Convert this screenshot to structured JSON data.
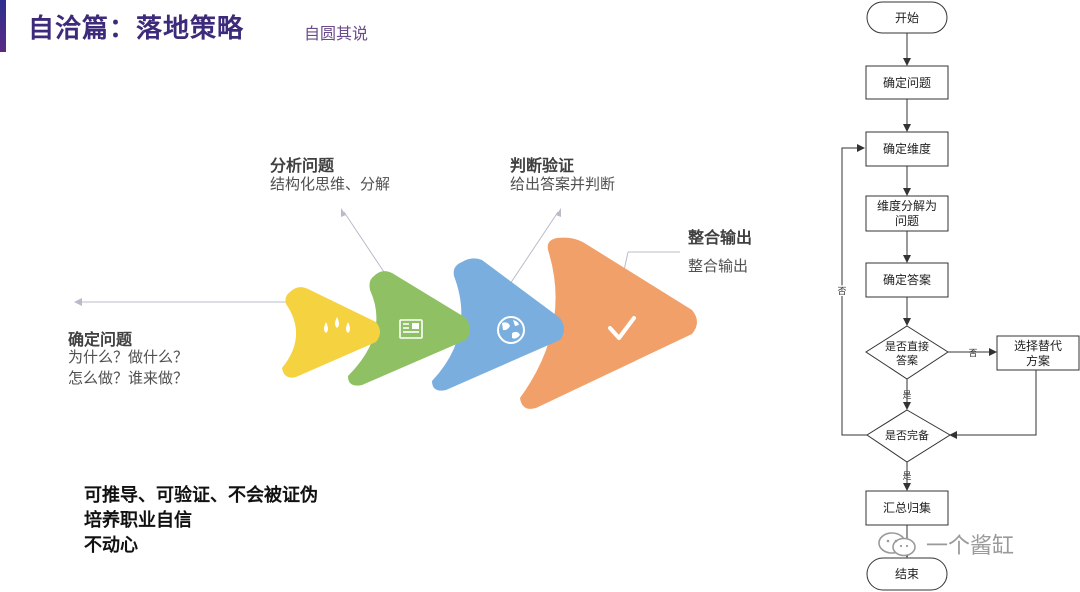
{
  "header": {
    "title": "自洽篇：落地策略",
    "subtitle": "自圆其说"
  },
  "steps": [
    {
      "title": "确定问题",
      "desc_lines": [
        "为什么？做什么？",
        "怎么做？谁来做？"
      ],
      "color": "#f5d23f",
      "icon": "water-drops-icon"
    },
    {
      "title": "分析问题",
      "desc_lines": [
        "结构化思维、分解"
      ],
      "color": "#8fc063",
      "icon": "document-icon"
    },
    {
      "title": "判断验证",
      "desc_lines": [
        "给出答案并判断"
      ],
      "color": "#7aaede",
      "icon": "globe-icon"
    },
    {
      "title": "整合输出",
      "desc_lines": [
        "整合输出"
      ],
      "color": "#f2a06a",
      "icon": "checkmark-icon"
    }
  ],
  "bottom_note": {
    "lines": [
      "可推导、可验证、不会被证伪",
      "培养职业自信",
      "不动心"
    ]
  },
  "flowchart": {
    "start": "开始",
    "define_problem": "确定问题",
    "define_dimension": "确定维度",
    "decompose_line1": "维度分解为",
    "decompose_line2": "问题",
    "define_answer": "确定答案",
    "direct_answer_line1": "是否直接",
    "direct_answer_line2": "答案",
    "alternative_line1": "选择替代",
    "alternative_line2": "方案",
    "complete": "是否完备",
    "summary": "汇总归集",
    "end": "结束",
    "label_yes_1": "是",
    "label_yes_2": "是",
    "label_no_1": "否",
    "label_no_2": "否"
  },
  "watermark": "一个酱缸"
}
